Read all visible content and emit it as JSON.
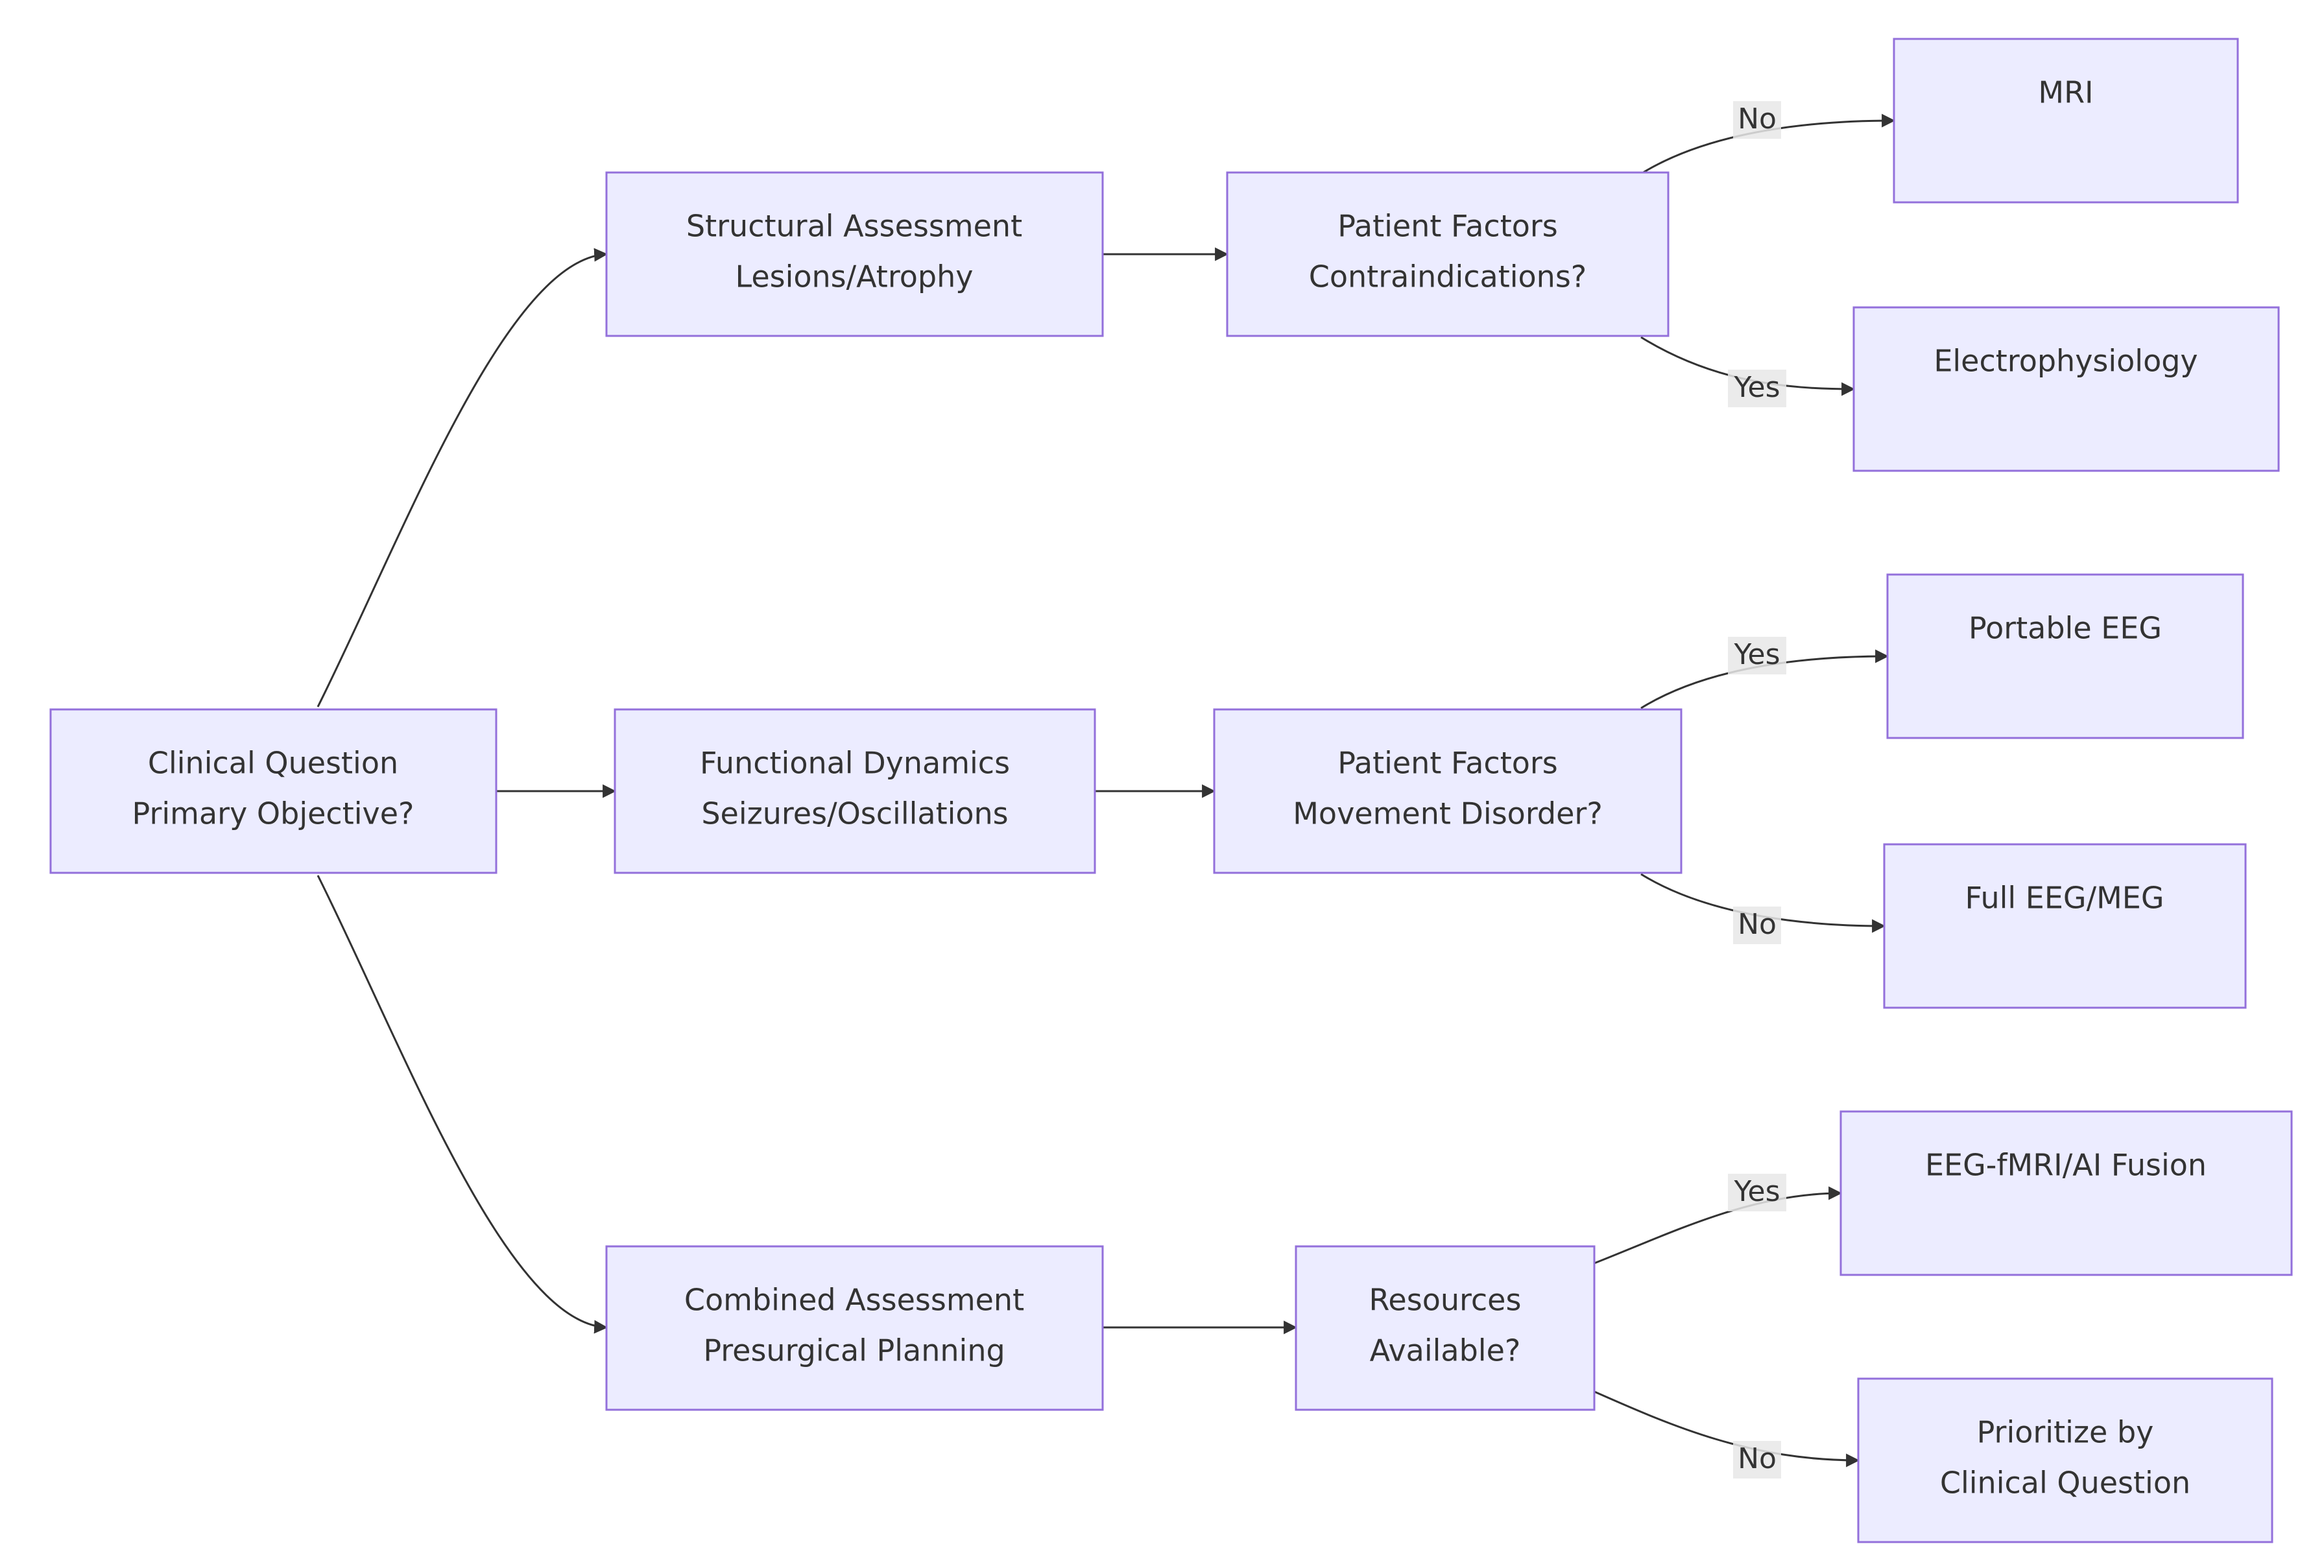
{
  "nodes": {
    "clinical_question": {
      "line1": "Clinical Question",
      "line2": "Primary Objective?"
    },
    "structural_assessment": {
      "line1": "Structural Assessment",
      "line2": "Lesions/Atrophy"
    },
    "functional_dynamics": {
      "line1": "Functional Dynamics",
      "line2": "Seizures/Oscillations"
    },
    "combined_assessment": {
      "line1": "Combined Assessment",
      "line2": "Presurgical Planning"
    },
    "patient_factors_contra": {
      "line1": "Patient Factors",
      "line2": "Contraindications?"
    },
    "patient_factors_movement": {
      "line1": "Patient Factors",
      "line2": "Movement Disorder?"
    },
    "resources_available": {
      "line1": "Resources",
      "line2": "Available?"
    },
    "mri": {
      "line1": "MRI"
    },
    "electrophysiology": {
      "line1": "Electrophysiology"
    },
    "portable_eeg": {
      "line1": "Portable EEG"
    },
    "full_eeg_meg": {
      "line1": "Full EEG/MEG"
    },
    "eeg_fmri_ai": {
      "line1": "EEG-fMRI/AI Fusion"
    },
    "prioritize": {
      "line1": "Prioritize by",
      "line2": "Clinical Question"
    }
  },
  "edge_labels": {
    "contra_no": "No",
    "contra_yes": "Yes",
    "movement_yes": "Yes",
    "movement_no": "No",
    "resources_yes": "Yes",
    "resources_no": "No"
  },
  "colors": {
    "node_fill": "#ECECFF",
    "node_stroke": "#9370DB",
    "edge": "#333333",
    "text": "#333333"
  }
}
